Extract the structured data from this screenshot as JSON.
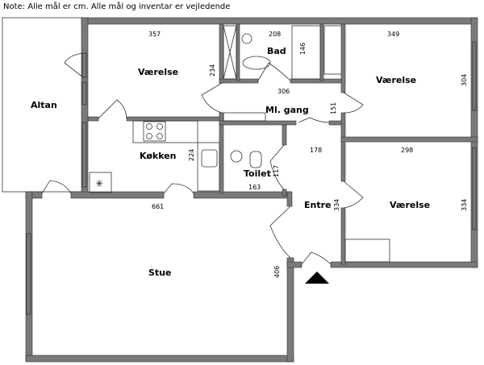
{
  "note": "Note: Alle mål er cm. Alle mål og inventar er vejledende",
  "rooms": {
    "altan": "Altan",
    "vaerelse1": "Værelse",
    "kokken": "Køkken",
    "bad": "Bad",
    "gang": "Ml. gang",
    "vaerelse2": "Værelse",
    "toilet": "Toilet",
    "entre": "Entre",
    "vaerelse3": "Værelse",
    "stue": "Stue"
  },
  "dimensions": {
    "d357": "357",
    "d234": "234",
    "d224": "224",
    "d208": "208",
    "d146": "146",
    "d306": "306",
    "d349": "349",
    "d304": "304",
    "d151": "151",
    "d178": "178",
    "d298": "298",
    "d117": "117",
    "d163": "163",
    "d334a": "334",
    "d334b": "334",
    "d661": "661",
    "d406": "406"
  }
}
